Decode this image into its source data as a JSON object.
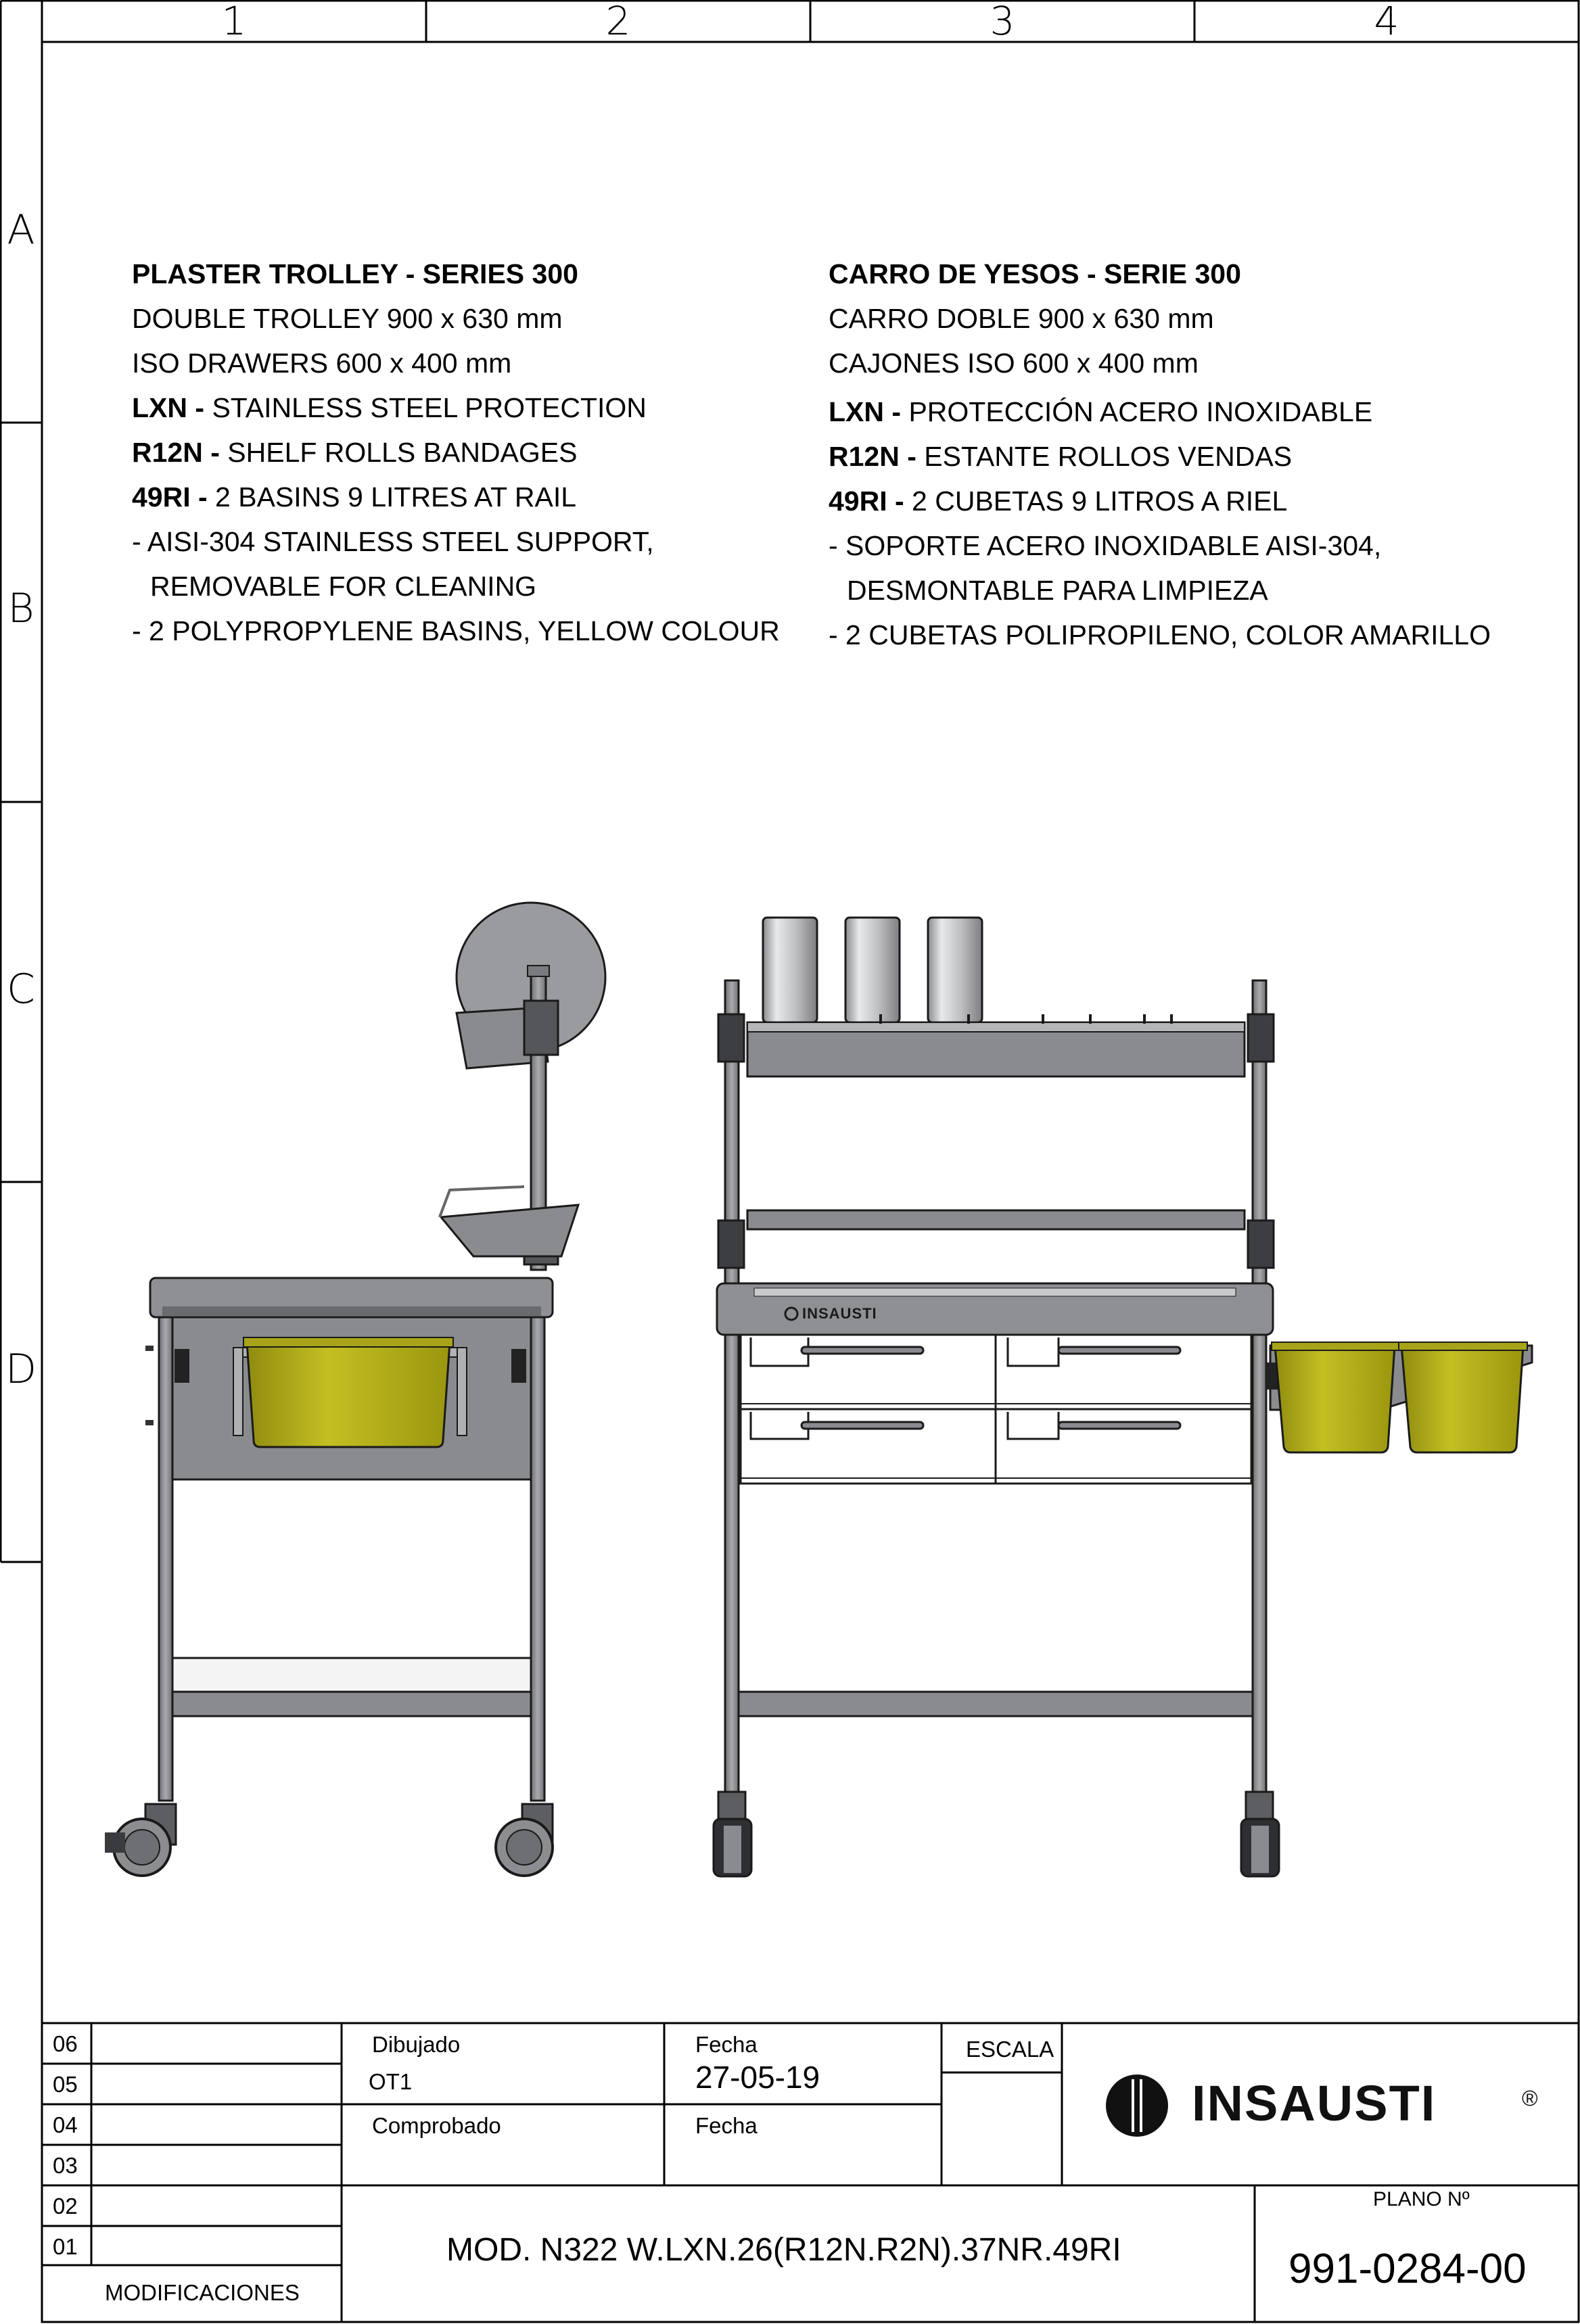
{
  "grid": {
    "columns": [
      "1",
      "2",
      "3",
      "4"
    ],
    "rows": [
      "A",
      "B",
      "C",
      "D"
    ]
  },
  "spec_en": {
    "title": "PLASTER TROLLEY - SERIES 300",
    "line1": "DOUBLE TROLLEY 900 x 630 mm",
    "line2": "ISO DRAWERS 600 x 400 mm",
    "lxn_code": "LXN -",
    "lxn_text": " STAINLESS STEEL PROTECTION",
    "r12n_code": "R12N -",
    "r12n_text": " SHELF ROLLS BANDAGES",
    "ri_code": "49RI -",
    "ri_text": " 2 BASINS 9 LITRES AT RAIL",
    "bullet1a": "- AISI-304 STAINLESS STEEL SUPPORT,",
    "bullet1b": "REMOVABLE FOR CLEANING",
    "bullet2": "- 2 POLYPROPYLENE BASINS, YELLOW COLOUR"
  },
  "spec_es": {
    "title": "CARRO DE YESOS - SERIE 300",
    "line1": "CARRO DOBLE 900 x 630 mm",
    "line2": "CAJONES ISO 600 x 400 mm",
    "lxn_code": "LXN -",
    "lxn_text": " PROTECCIÓN ACERO INOXIDABLE",
    "r12n_code": "R12N -",
    "r12n_text": " ESTANTE ROLLOS VENDAS",
    "ri_code": "49RI -",
    "ri_text": " 2 CUBETAS 9 LITROS A RIEL",
    "bullet1a": "- SOPORTE ACERO INOXIDABLE AISI-304,",
    "bullet1b": "DESMONTABLE PARA LIMPIEZA",
    "bullet2": "- 2 CUBETAS POLIPROPILENO, COLOR AMARILLO"
  },
  "drawing": {
    "front_label": "INSAUSTI"
  },
  "title_block": {
    "revisions": [
      "06",
      "05",
      "04",
      "03",
      "02",
      "01"
    ],
    "modificaciones": "MODIFICACIONES",
    "dibujado_label": "Dibujado",
    "dibujado_value": "OT1",
    "comprobado_label": "Comprobado",
    "fecha_label": "Fecha",
    "fecha_value": "27-05-19",
    "fecha2_label": "Fecha",
    "escala_label": "ESCALA",
    "company": "INSAUSTI",
    "registered": "®",
    "plano_label": "PLANO Nº",
    "plano_value": "991-0284-00",
    "model": "MOD. N322 W.LXN.26(R12N.R2N).37NR.49RI"
  },
  "colors": {
    "frame": "#000000",
    "steel": "#8a8b8e",
    "steel_dark": "#5f6064",
    "steel_light": "#c9cacd",
    "basin_yellow": "#b6b21a",
    "basin_shade": "#8f8c10"
  }
}
